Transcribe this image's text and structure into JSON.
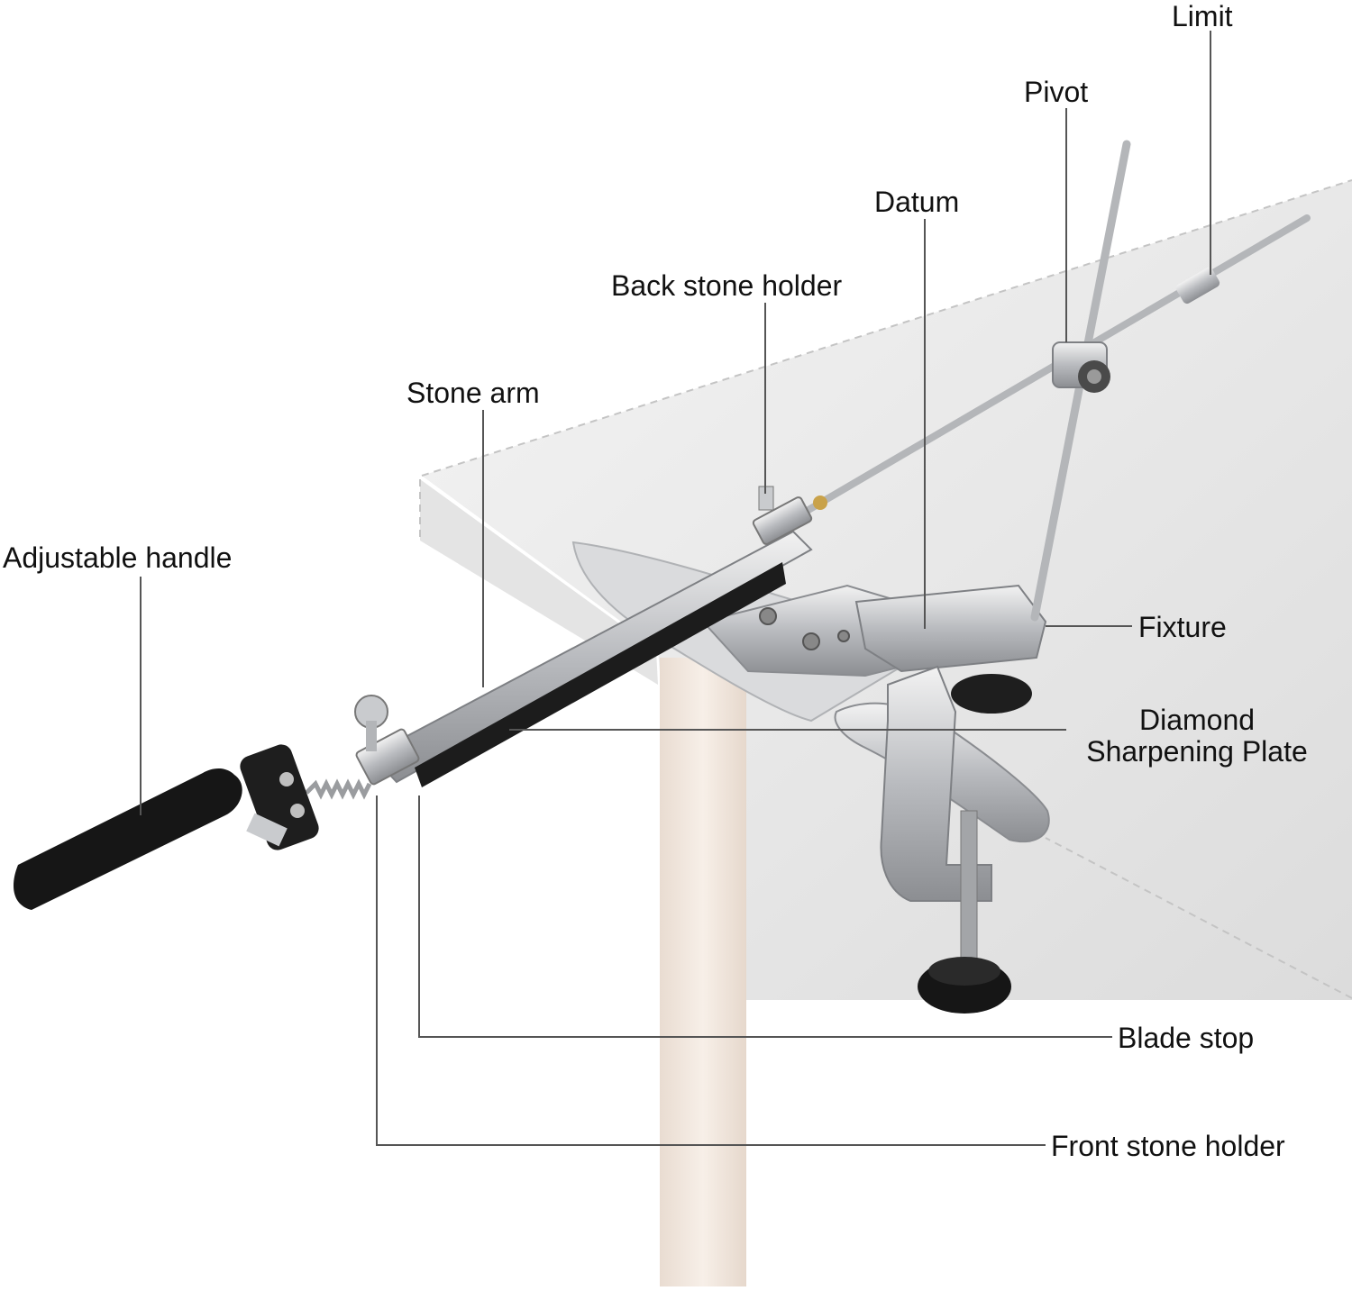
{
  "labels": {
    "limit": "Limit",
    "pivot": "Pivot",
    "datum": "Datum",
    "back_stone_holder": "Back stone holder",
    "stone_arm": "Stone arm",
    "adjustable_handle": "Adjustable handle",
    "fixture": "Fixture",
    "diamond_line1": "Diamond",
    "diamond_line2": "Sharpening Plate",
    "blade_stop": "Blade stop",
    "front_stone_holder": "Front stone holder"
  },
  "colors": {
    "leader": "#555555",
    "table_top": "#eeeeee",
    "table_edge_dash": "#bbbbbb",
    "leg": "#f1e6de",
    "metal": "#c8c9cc",
    "rubber": "#1a1a1a"
  }
}
